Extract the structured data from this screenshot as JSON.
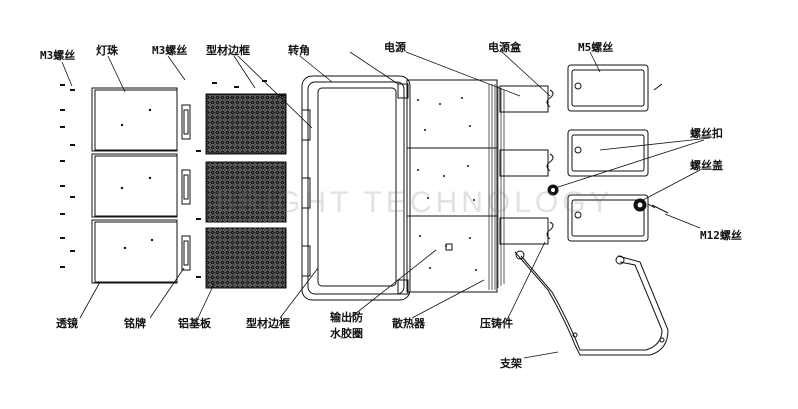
{
  "labels": {
    "m3_screw_left": "M3螺丝",
    "lamp_bead": "灯珠",
    "m3_screw_mid": "M3螺丝",
    "profile_frame_top": "型材边框",
    "corner": "转角",
    "power_supply": "电源",
    "power_box": "电源盒",
    "m5_screw": "M5螺丝",
    "screw_buckle": "螺丝扣",
    "screw_cap": "螺丝盖",
    "m12_screw": "M12螺丝",
    "lens": "透镜",
    "nameplate": "铭牌",
    "aluminum_substrate": "铝基板",
    "profile_frame_bottom": "型材边框",
    "output_waterproof_ring_line1": "输出防",
    "output_waterproof_ring_line2": "水胶圈",
    "heat_sink": "散热器",
    "crimp": "压铸件",
    "bracket": "支架"
  },
  "watermark": "BRIGHT TECHNOLOGY"
}
